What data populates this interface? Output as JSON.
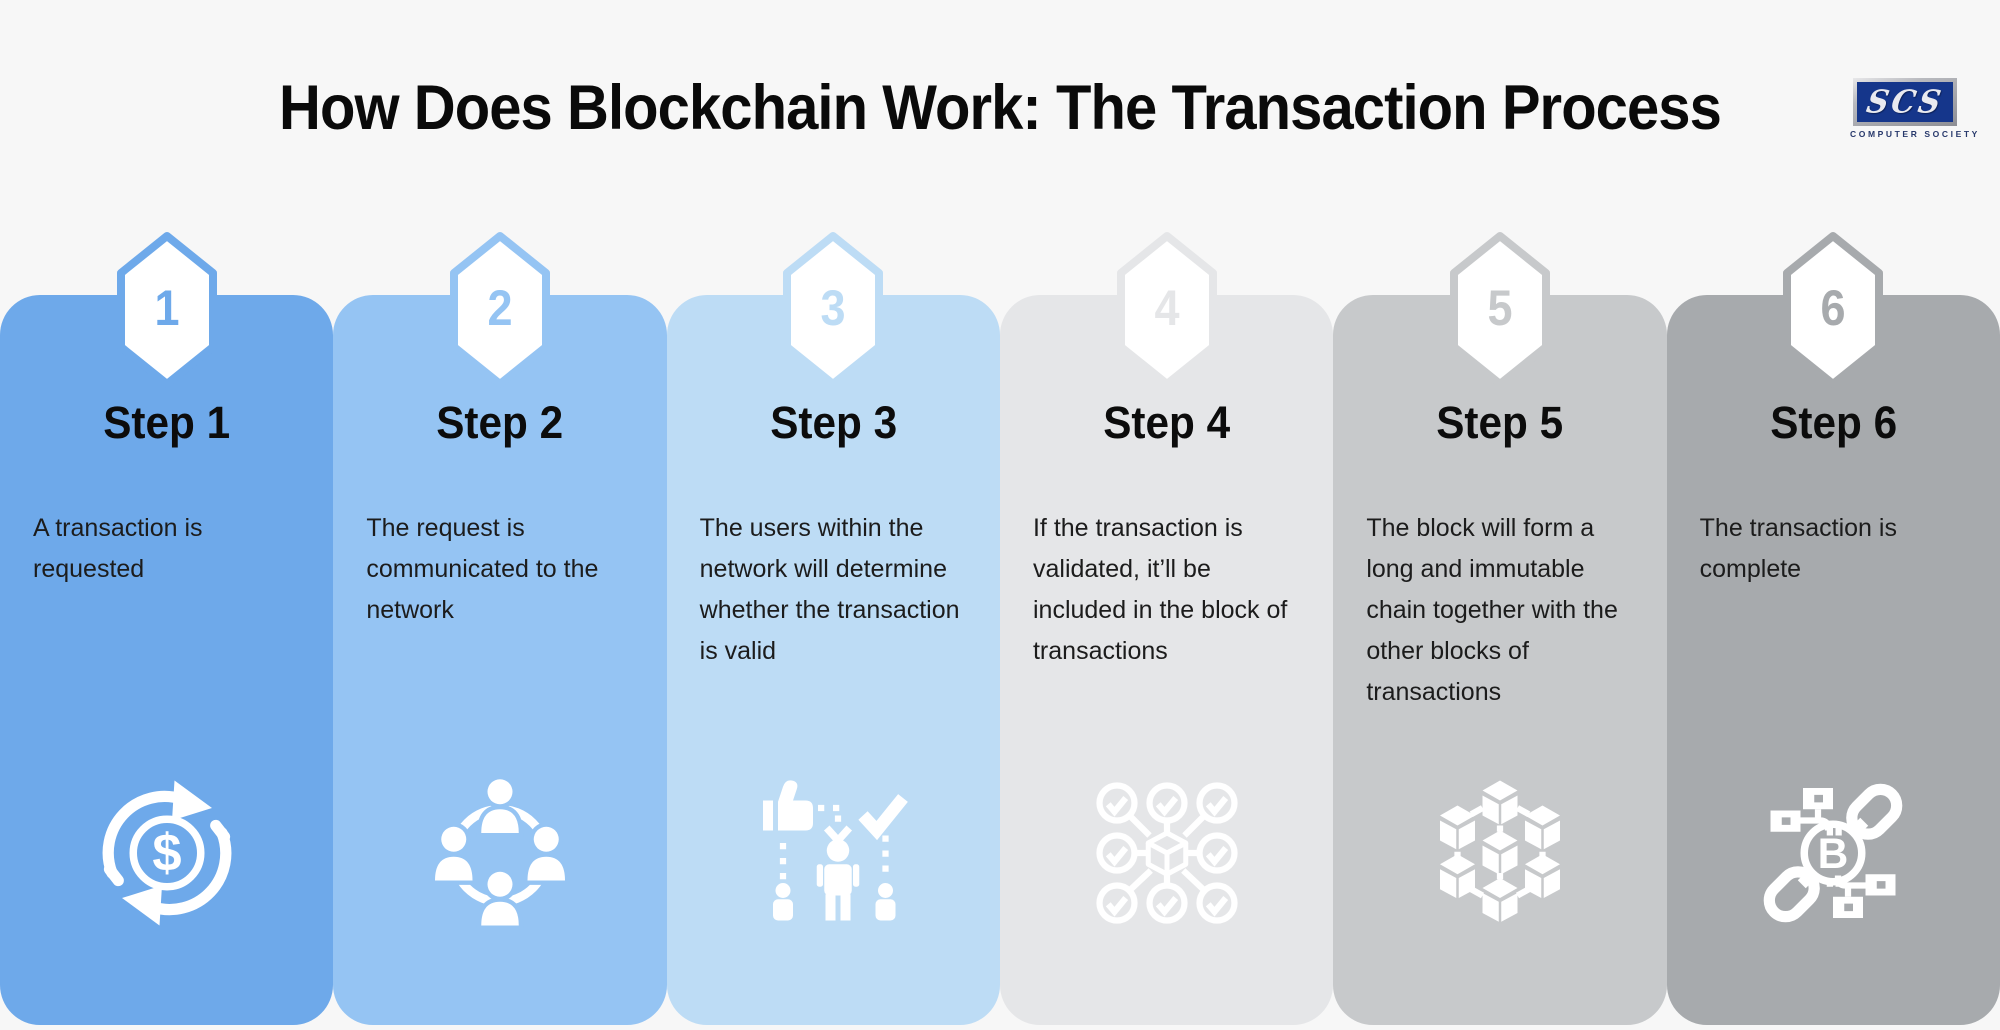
{
  "page": {
    "background_color": "#f7f7f7",
    "text_color": "#0b0b0b"
  },
  "header": {
    "title": "How Does Blockchain Work: The Transaction Process",
    "logo": {
      "acronym": "SCS",
      "subtitle": "COMPUTER SOCIETY",
      "panel_color": "#15368b"
    }
  },
  "steps": [
    {
      "number": "1",
      "title": "Step 1",
      "description": "A transaction is requested",
      "icon": "currency-cycle-icon",
      "color": "#6ea9ea"
    },
    {
      "number": "2",
      "title": "Step 2",
      "description": "The request is communicated to the network",
      "icon": "peer-network-icon",
      "color": "#95c4f3"
    },
    {
      "number": "3",
      "title": "Step 3",
      "description": "The users within the network will determine whether the transaction is valid",
      "icon": "user-validation-icon",
      "color": "#bddcf5"
    },
    {
      "number": "4",
      "title": "Step 4",
      "description": "If the transaction is validated, it’ll be included in the block of transactions",
      "icon": "consensus-block-icon",
      "color": "#e5e6e8"
    },
    {
      "number": "5",
      "title": "Step 5",
      "description": "The block will form a long and immutable chain together with the other blocks of transactions",
      "icon": "block-network-icon",
      "color": "#c7c9cb"
    },
    {
      "number": "6",
      "title": "Step 6",
      "description": "The transaction is complete",
      "icon": "bitcoin-chain-icon",
      "color": "#a7aaad"
    }
  ]
}
